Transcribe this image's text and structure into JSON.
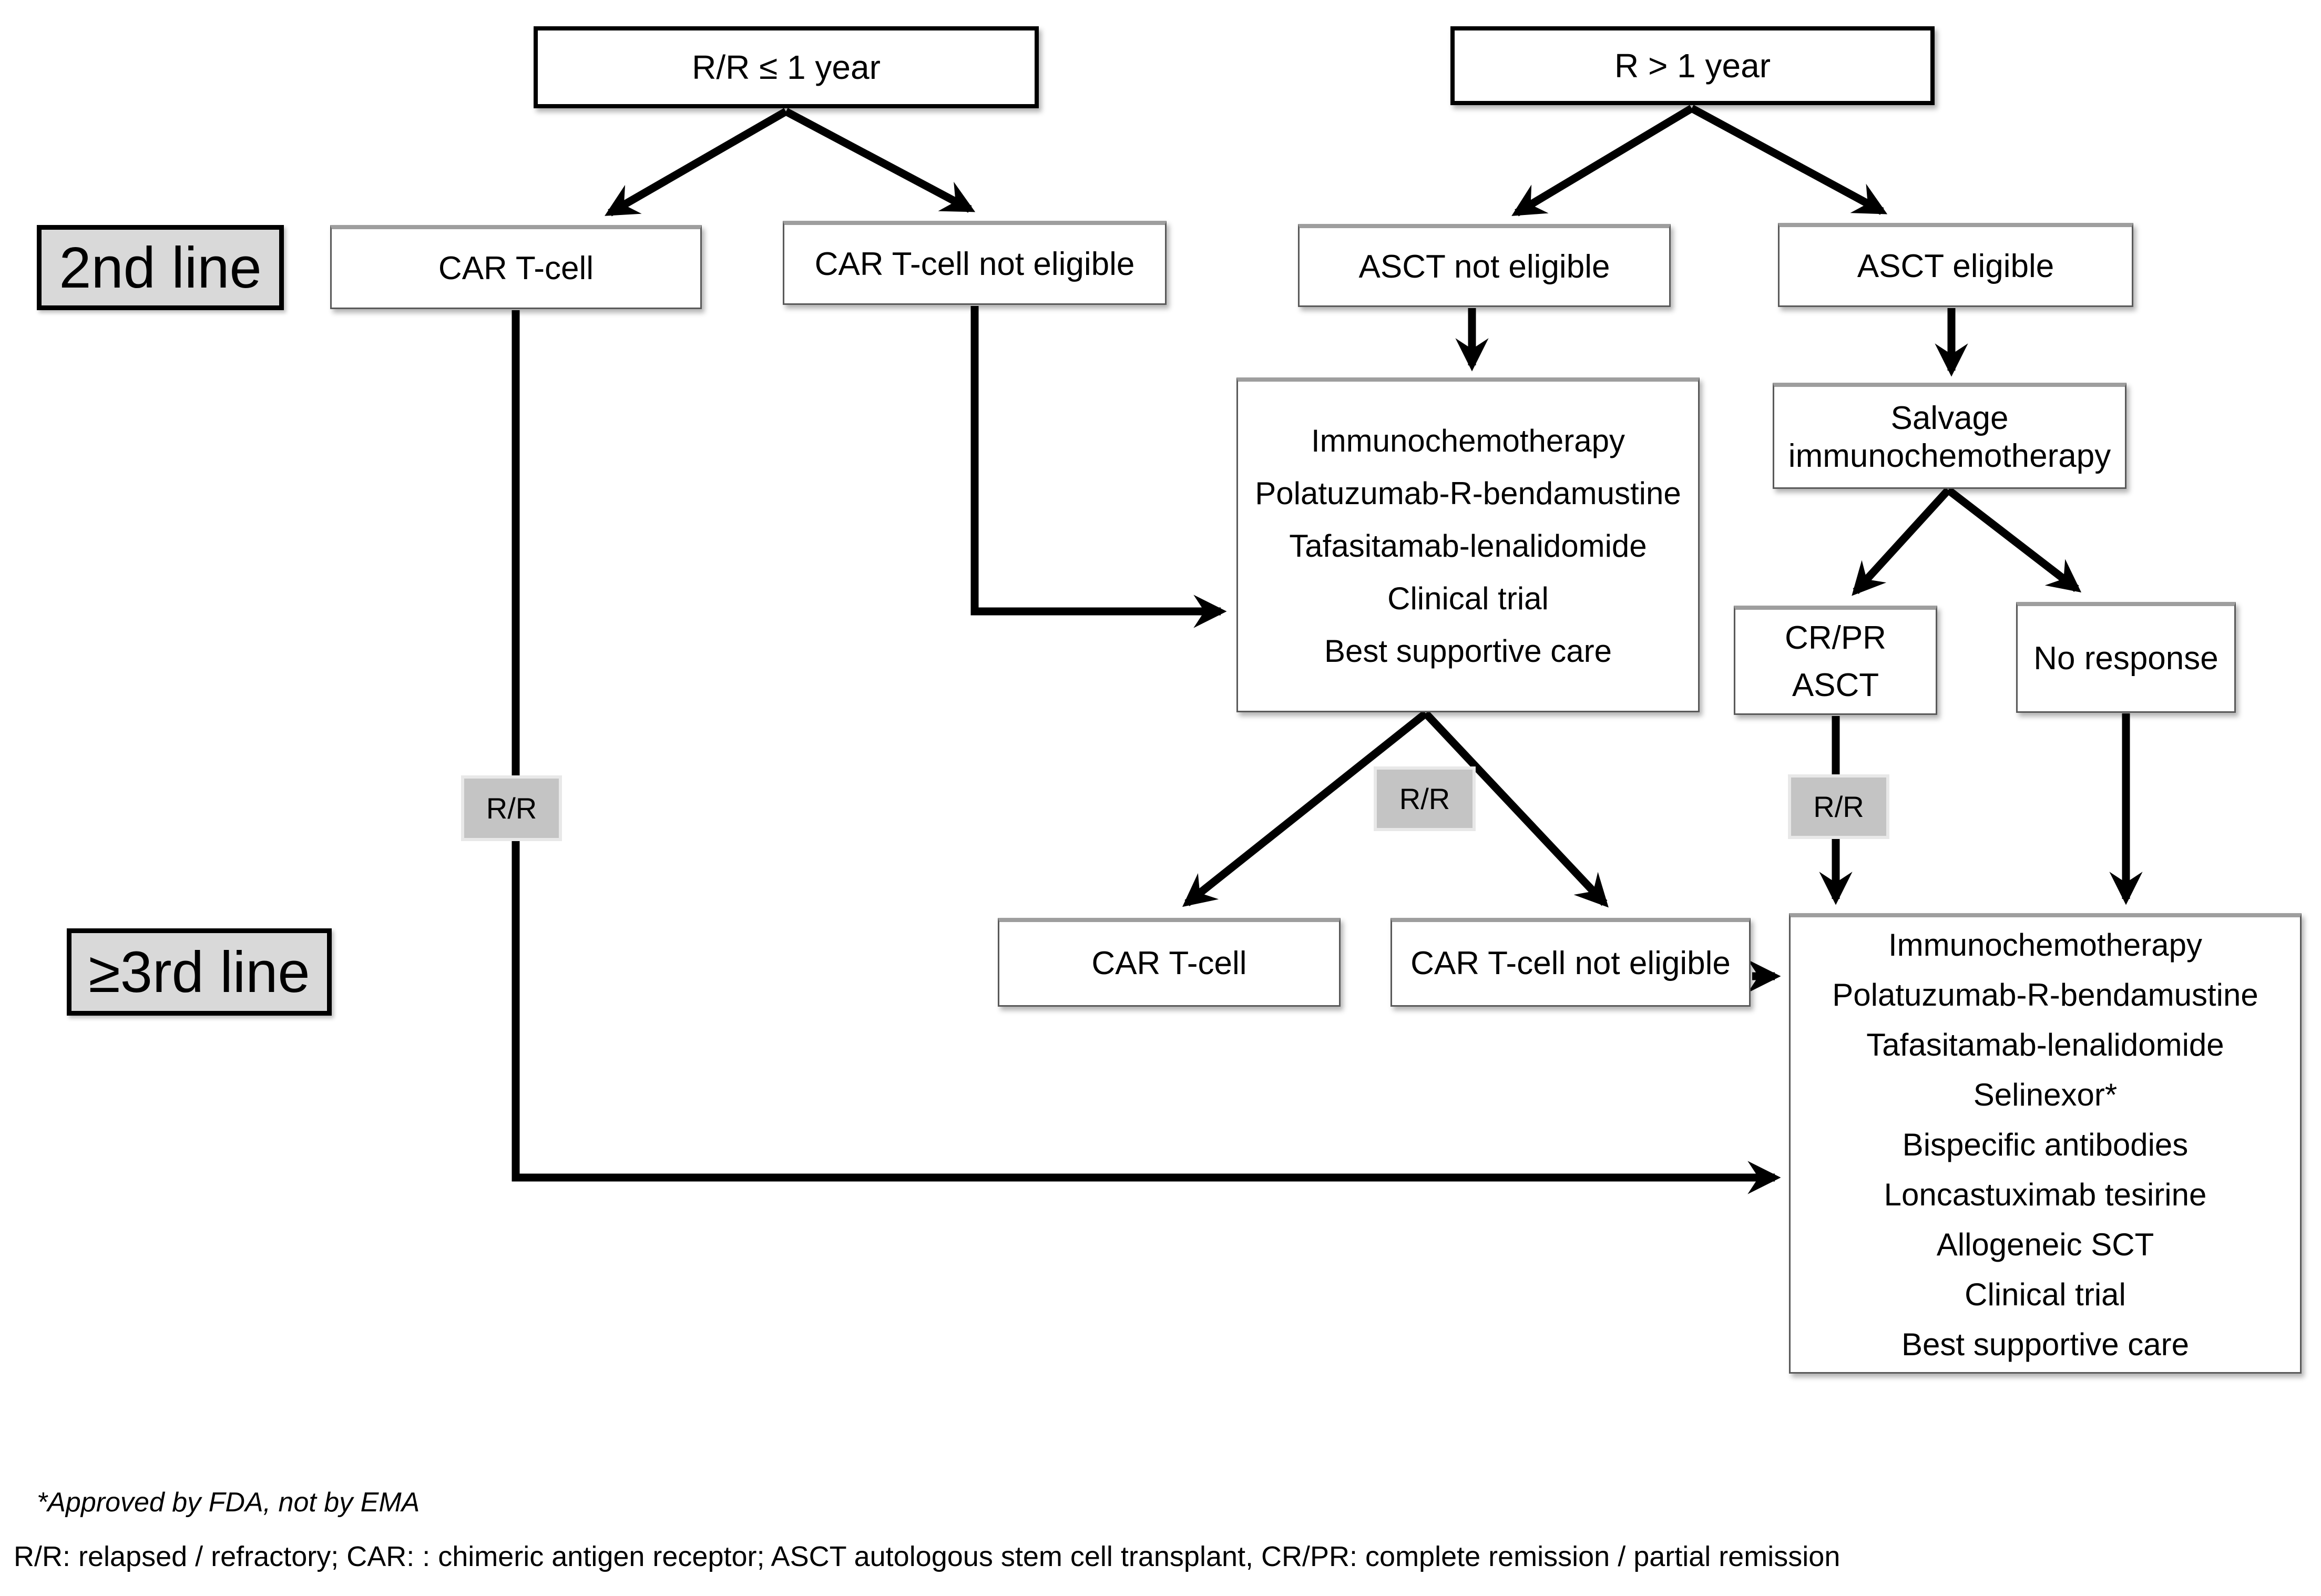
{
  "diagram": {
    "top_conditions": {
      "relapse_within_year": "R/R ≤ 1 year",
      "relapse_after_year": "R > 1 year"
    },
    "stage_labels": {
      "second_line": "2nd line",
      "third_line": "≥3rd line"
    },
    "rr_badge": "R/R",
    "second_line": {
      "car_t": "CAR T-cell",
      "car_t_not_eligible": "CAR T-cell not eligible",
      "asct_not_eligible": "ASCT not eligible",
      "asct_eligible": "ASCT eligible"
    },
    "salvage_box": "Salvage immunochemotherapy",
    "asct_not_eligible_options": [
      "Immunochemotherapy",
      "Polatuzumab-R-bendamustine",
      "Tafasitamab-lenalidomide",
      "Clinical trial",
      "Best supportive care"
    ],
    "response_boxes": {
      "cr_pr_line1": "CR/PR",
      "cr_pr_line2": "ASCT",
      "no_response": "No response"
    },
    "third_line": {
      "car_t": "CAR T-cell",
      "car_t_not_eligible": "CAR T-cell not eligible"
    },
    "third_line_options": [
      "Immunochemotherapy",
      "Polatuzumab-R-bendamustine",
      "Tafasitamab-lenalidomide",
      "Selinexor*",
      "Bispecific antibodies",
      "Loncastuximab tesirine",
      "Allogeneic SCT",
      "Clinical trial",
      "Best supportive care"
    ],
    "footnotes": {
      "approval": "*Approved by FDA, not by EMA",
      "abbreviations": "R/R: relapsed / refractory; CAR: : chimeric antigen receptor; ASCT autologous stem cell transplant, CR/PR: complete remission / partial remission"
    }
  },
  "colors": {
    "background": "#ffffff",
    "box_fill": "#ffffff",
    "box_border": "#595959",
    "strong_border": "#000000",
    "stage_label_fill": "#d9d9d9",
    "rr_badge_fill": "#c4c4c4",
    "rr_badge_border": "#e8e8e8",
    "arrow": "#000000",
    "text": "#000000"
  }
}
